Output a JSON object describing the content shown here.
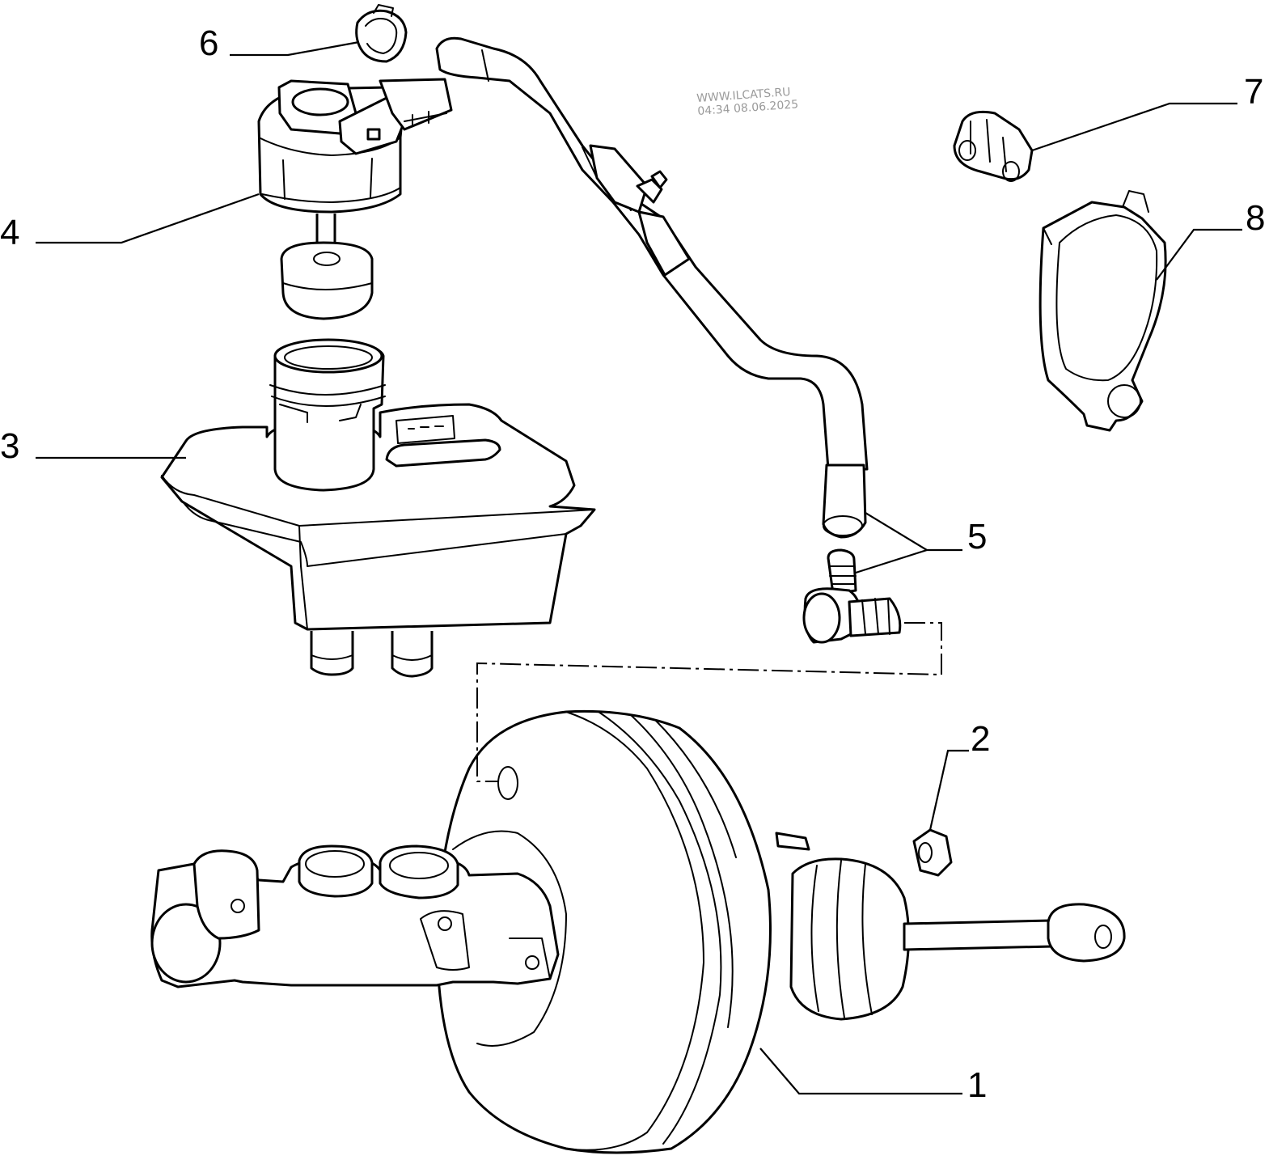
{
  "watermark": {
    "site": "WWW.ILCATS.RU",
    "timestamp": "04:34 08.06.2025"
  },
  "callouts": {
    "c1": "1",
    "c2": "2",
    "c3": "3",
    "c4": "4",
    "c5": "5",
    "c6": "6",
    "c7": "7",
    "c8": "8"
  }
}
